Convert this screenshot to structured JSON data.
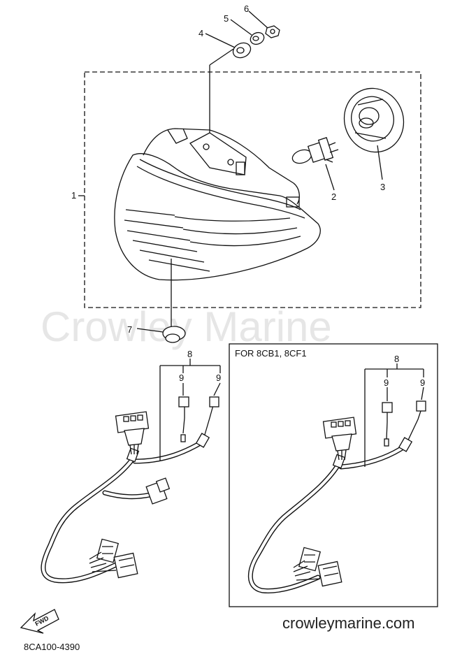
{
  "watermark": "Crowley Marine",
  "website": "crowleymarine.com",
  "diagram_code": "8CA100-4390",
  "variant_note": "FOR 8CB1, 8CF1",
  "direction_arrow": "FWD",
  "callouts": {
    "c1": "1",
    "c2": "2",
    "c3": "3",
    "c4": "4",
    "c5": "5",
    "c6": "6",
    "c7": "7",
    "c8a": "8",
    "c9a": "9",
    "c9b": "9",
    "c8b": "8",
    "c9c": "9",
    "c9d": "9"
  },
  "colors": {
    "line": "#111111",
    "watermark": "#e6e6e6",
    "background": "#ffffff"
  }
}
